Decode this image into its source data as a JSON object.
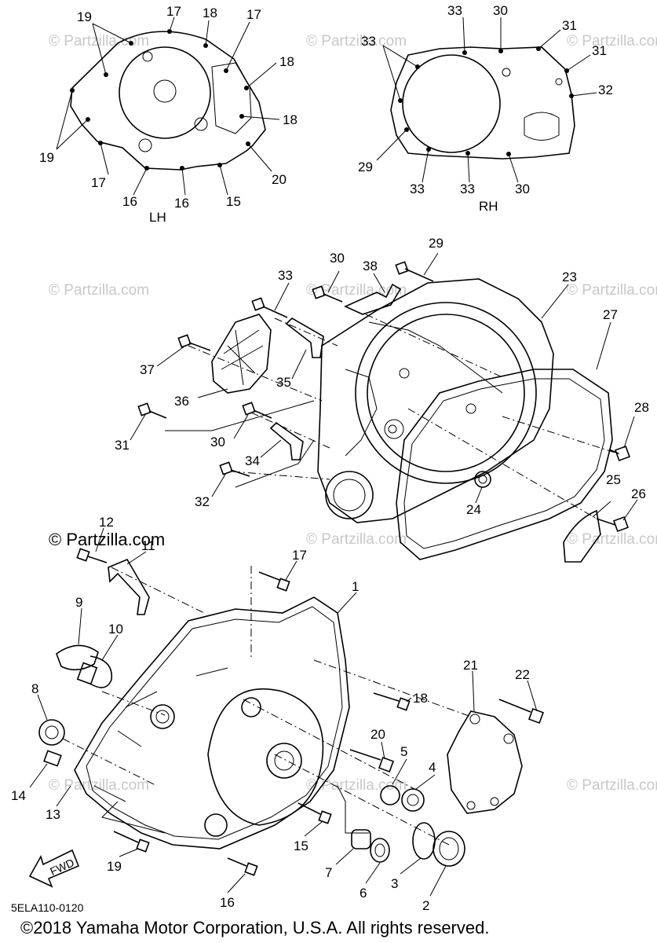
{
  "watermark": "© Partzilla.com",
  "section_labels": {
    "left": "LH",
    "right": "RH"
  },
  "fwd_label": "FWD",
  "diagram_code": "5ELA110-0120",
  "copyright": "©2018 Yamaha Motor Corporation, U.S.A. All rights reserved.",
  "callouts": {
    "lh_19a": "19",
    "lh_17a": "17",
    "lh_18a": "18",
    "lh_17b": "17",
    "lh_18b": "18",
    "lh_18c": "18",
    "lh_19b": "19",
    "lh_17c": "17",
    "lh_16a": "16",
    "lh_16b": "16",
    "lh_15": "15",
    "lh_20": "20",
    "rh_33a": "33",
    "rh_30a": "30",
    "rh_31a": "31",
    "rh_33b": "33",
    "rh_31b": "31",
    "rh_32": "32",
    "rh_29": "29",
    "rh_33c": "33",
    "rh_33d": "33",
    "rh_30b": "30",
    "m_29": "29",
    "m_30a": "30",
    "m_38": "38",
    "m_33": "33",
    "m_23": "23",
    "m_27": "27",
    "m_37": "37",
    "m_36": "36",
    "m_35": "35",
    "m_31": "31",
    "m_30b": "30",
    "m_34": "34",
    "m_32": "32",
    "m_28": "28",
    "m_25": "25",
    "m_26": "26",
    "m_24": "24",
    "b_12": "12",
    "b_11": "11",
    "b_17": "17",
    "b_1": "1",
    "b_9": "9",
    "b_10": "10",
    "b_21": "21",
    "b_22": "22",
    "b_18": "18",
    "b_8": "8",
    "b_20": "20",
    "b_5": "5",
    "b_4": "4",
    "b_14": "14",
    "b_13": "13",
    "b_15": "15",
    "b_19": "19",
    "b_7": "7",
    "b_6": "6",
    "b_3": "3",
    "b_2": "2",
    "b_16": "16"
  }
}
